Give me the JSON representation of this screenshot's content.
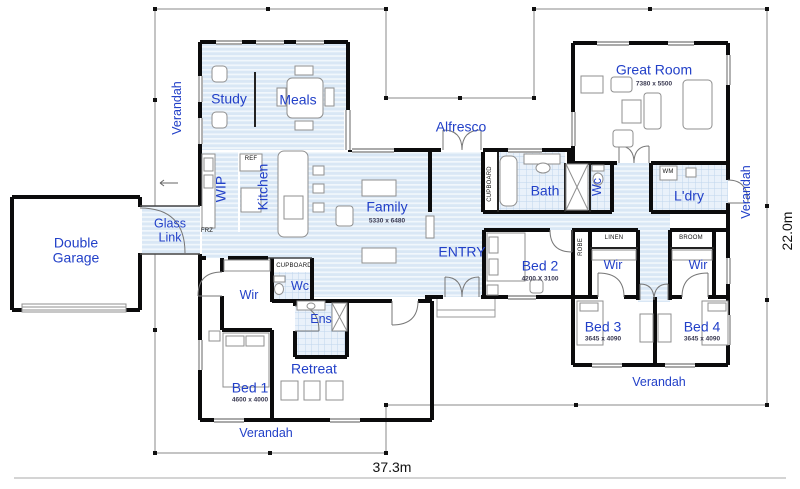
{
  "colors": {
    "label_blue": "#2240c8",
    "wall_black": "#0b0b0c",
    "floor_hatch": "#dce9f6",
    "tile_fill": "#e9f1fa"
  },
  "overall_dimensions": {
    "width": "37.3m",
    "depth": "22.0m"
  },
  "rooms": {
    "study": {
      "label": "Study"
    },
    "meals": {
      "label": "Meals"
    },
    "kitchen": {
      "label": "Kitchen"
    },
    "wip": {
      "label": "WIP"
    },
    "family": {
      "label": "Family",
      "size": "5330 x 6480"
    },
    "entry": {
      "label": "ENTRY"
    },
    "alfresco": {
      "label": "Alfresco"
    },
    "glass_link": {
      "label": "Glass Link"
    },
    "garage": {
      "label": "Double Garage"
    },
    "great_room": {
      "label": "Great Room",
      "size": "7380 x 5500"
    },
    "bath": {
      "label": "Bath"
    },
    "wc_mid": {
      "label": "Wc"
    },
    "ldry": {
      "label": "L'dry"
    },
    "bed2": {
      "label": "Bed 2",
      "size": "4200 X 3100"
    },
    "bed3": {
      "label": "Bed 3",
      "size": "3645 x 4090"
    },
    "bed4": {
      "label": "Bed 4",
      "size": "3645 x 4090"
    },
    "bed1": {
      "label": "Bed 1",
      "size": "4600 x 4000"
    },
    "retreat": {
      "label": "Retreat"
    },
    "ens": {
      "label": "Ens"
    },
    "wir_bed2": {
      "label": "Wir"
    },
    "wir_bed4": {
      "label": "Wir"
    },
    "wir_bed1": {
      "label": "Wir"
    },
    "wc_bed1": {
      "label": "Wc"
    }
  },
  "fixtures": {
    "ref": "REF",
    "frz": "FRZ",
    "wm": "WM",
    "linen": "LINEN",
    "broom": "BROOM",
    "robe": "ROBE",
    "cupboard_hall": "CUPBOARD",
    "cupboard_bed1": "CUPBOARD"
  },
  "verandah": {
    "left": "Verandah",
    "right": "Verandah",
    "bottom_left": "Verandah",
    "bottom_right": "Verandah"
  }
}
